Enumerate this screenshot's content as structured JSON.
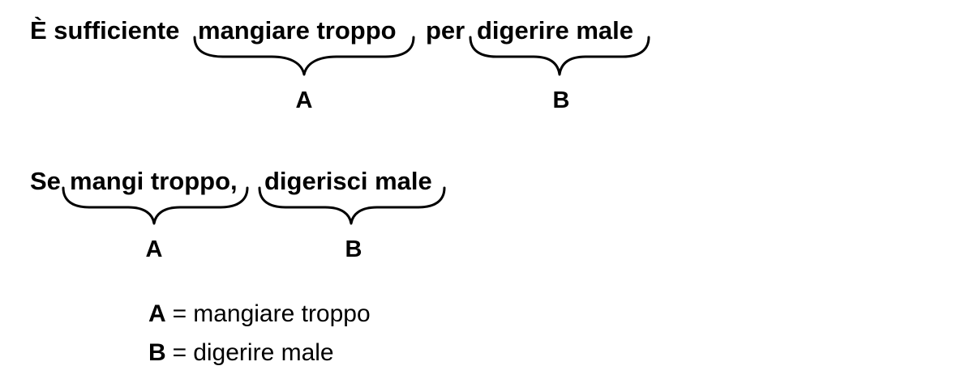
{
  "sentence1": {
    "parts": [
      "È sufficiente",
      "mangiare troppo",
      "per",
      "digerire male"
    ],
    "labels": [
      "A",
      "B"
    ]
  },
  "sentence2": {
    "parts": [
      "Se",
      "mangi troppo,",
      "digerisci male"
    ],
    "labels": [
      "A",
      "B"
    ]
  },
  "legend": [
    {
      "key": "A",
      "eq": "=",
      "value": "mangiare troppo"
    },
    {
      "key": "B",
      "eq": "=",
      "value": "digerire male"
    }
  ]
}
